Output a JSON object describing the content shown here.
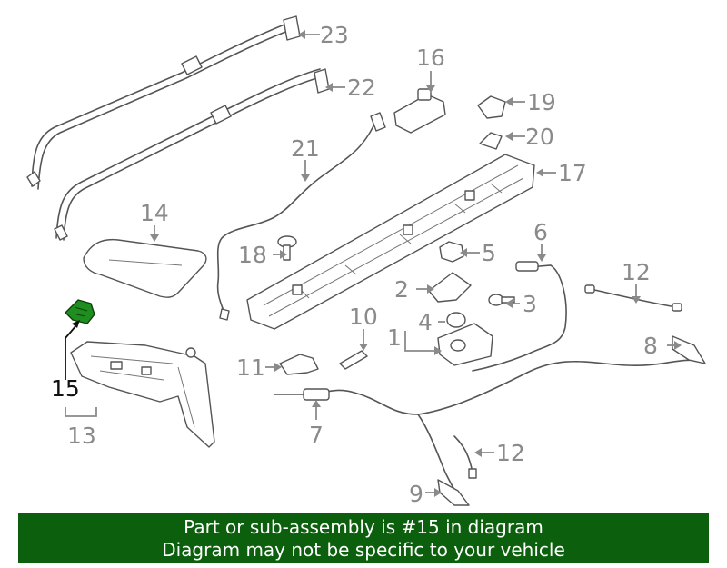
{
  "callouts": {
    "c1": "1",
    "c2": "2",
    "c3": "3",
    "c4": "4",
    "c5": "5",
    "c6": "6",
    "c7": "7",
    "c8": "8",
    "c9": "9",
    "c10": "10",
    "c11": "11",
    "c12a": "12",
    "c12b": "12",
    "c13": "13",
    "c14": "14",
    "c15": "15",
    "c16": "16",
    "c17": "17",
    "c18": "18",
    "c19": "19",
    "c20": "20",
    "c21": "21",
    "c22": "22",
    "c23": "23"
  },
  "banner": {
    "line1": "Part or sub-assembly is #15 in diagram",
    "line2": "Diagram may not be specific to your vehicle"
  },
  "colors": {
    "banner_bg": "#0c5f0c",
    "highlight_part": "#1e8f1e",
    "callout_text": "#8a8a8a",
    "highlight_text": "#111111"
  }
}
